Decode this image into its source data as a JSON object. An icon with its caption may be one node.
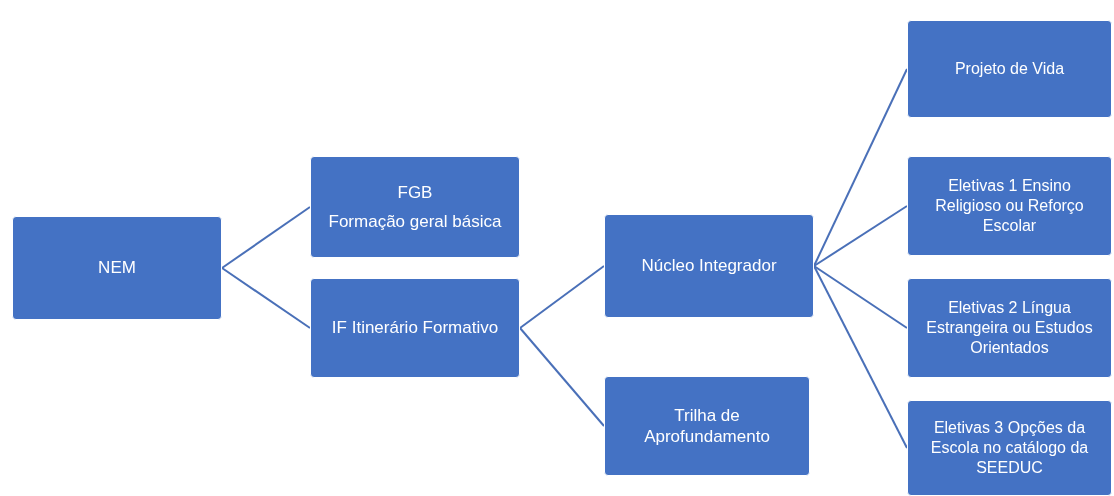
{
  "diagram": {
    "nodes": [
      {
        "text": [
          "NEM"
        ]
      },
      {
        "text": [
          "FGB",
          "Formação geral básica"
        ]
      },
      {
        "text": [
          "IF Itinerário Formativo"
        ]
      },
      {
        "text": [
          "Núcleo Integrador"
        ]
      },
      {
        "text": [
          "Trilha de Aprofundamento"
        ]
      },
      {
        "text": [
          "Projeto de Vida"
        ]
      },
      {
        "text": [
          "Eletivas 1 Ensino Religioso ou Reforço Escolar"
        ]
      },
      {
        "text": [
          "Eletivas 2 Língua Estrangeira ou Estudos Orientados"
        ]
      },
      {
        "text": [
          "Eletivas 3 Opções da Escola no catálogo da SEEDUC"
        ]
      }
    ],
    "edges": [
      {
        "from": 0,
        "to": 1,
        "arrow": "none"
      },
      {
        "from": 0,
        "to": 2,
        "arrow": "none"
      },
      {
        "from": 2,
        "to": 3,
        "arrow": "none"
      },
      {
        "from": 2,
        "to": 4,
        "arrow": "none"
      },
      {
        "from": 3,
        "to": 5,
        "arrow": "none"
      },
      {
        "from": 3,
        "to": 6,
        "arrow": "none"
      },
      {
        "from": 3,
        "to": 7,
        "arrow": "none"
      },
      {
        "from": 3,
        "to": 8,
        "arrow": "none"
      }
    ]
  }
}
